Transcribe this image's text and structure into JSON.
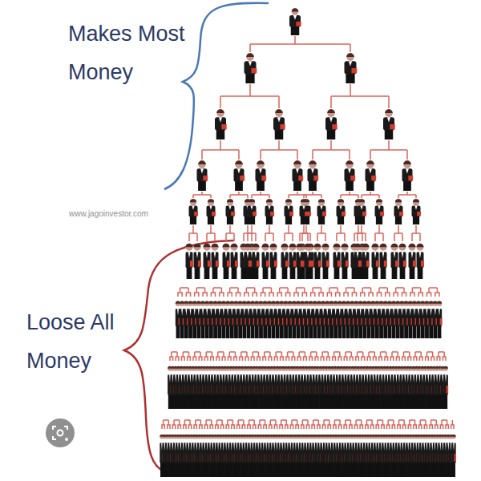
{
  "diagram": {
    "labels": [
      "Makes Most Money",
      "www.jagoinvestor.com",
      "Loose All Money"
    ]
  }
}
